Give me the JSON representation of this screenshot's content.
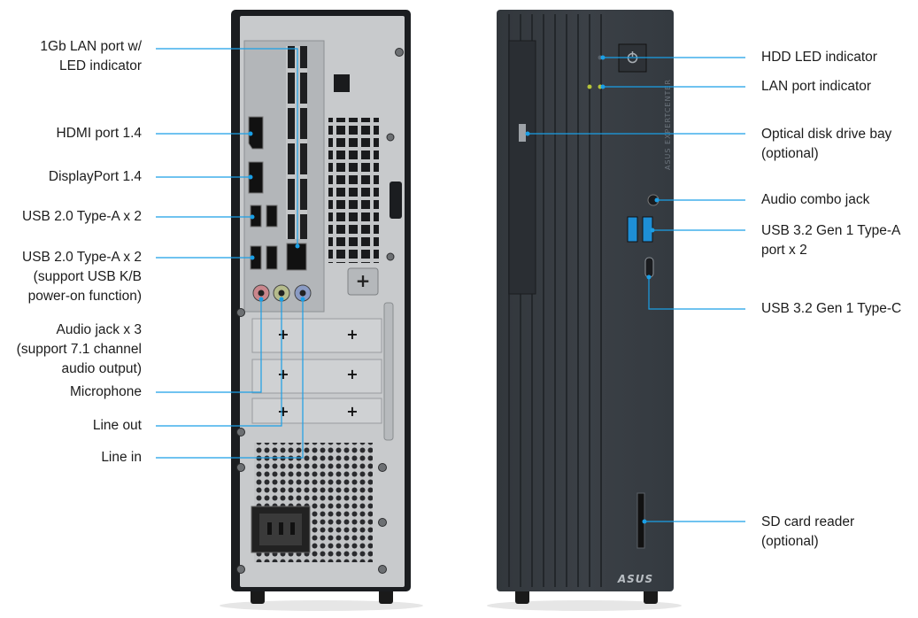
{
  "left_labels": [
    {
      "id": "lan-port",
      "lines": [
        "1Gb LAN port w/",
        "LED indicator"
      ]
    },
    {
      "id": "hdmi-port",
      "lines": [
        "HDMI port 1.4"
      ]
    },
    {
      "id": "displayport",
      "lines": [
        "DisplayPort 1.4"
      ]
    },
    {
      "id": "usb2-a",
      "lines": [
        "USB 2.0 Type-A x 2"
      ]
    },
    {
      "id": "usb2-a-kb",
      "lines": [
        "USB 2.0 Type-A x 2",
        "(support USB K/B",
        "power-on function)"
      ]
    },
    {
      "id": "audio-jack",
      "lines": [
        "Audio jack x 3",
        "(support 7.1 channel",
        "audio output)"
      ]
    },
    {
      "id": "microphone",
      "lines": [
        "Microphone"
      ]
    },
    {
      "id": "line-out",
      "lines": [
        "Line out"
      ]
    },
    {
      "id": "line-in",
      "lines": [
        "Line in"
      ]
    }
  ],
  "right_labels": [
    {
      "id": "hdd-led",
      "lines": [
        "HDD LED indicator"
      ]
    },
    {
      "id": "lan-indicator",
      "lines": [
        "LAN port indicator"
      ]
    },
    {
      "id": "optical-bay",
      "lines": [
        "Optical disk drive bay",
        "(optional)"
      ]
    },
    {
      "id": "audio-combo",
      "lines": [
        "Audio combo jack"
      ]
    },
    {
      "id": "usb32-a",
      "lines": [
        "USB 3.2 Gen 1 Type-A",
        "port x 2"
      ]
    },
    {
      "id": "usb32-c",
      "lines": [
        "USB 3.2 Gen 1 Type-C"
      ]
    },
    {
      "id": "sd-reader",
      "lines": [
        "SD card reader",
        "(optional)"
      ]
    }
  ],
  "brand_text": "ASUS",
  "side_text": "ASUS EXPERTCENTER",
  "colors": {
    "leader": "#1a9fe6",
    "chassis": "#1b1d20",
    "front_panel": "#3a3f45",
    "metal": "#c7c9cb",
    "mic_jack": "#c9868c",
    "line_out_jack": "#b5bb8c",
    "line_in_jack": "#8a9bc4",
    "text": "#1c1c1c"
  }
}
